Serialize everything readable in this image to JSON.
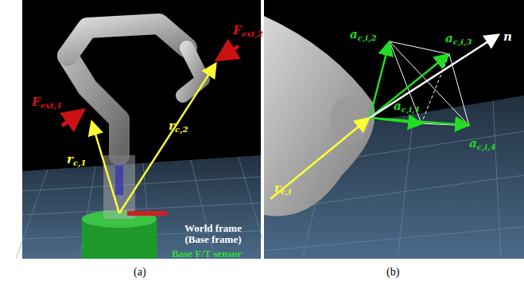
{
  "diagram": {
    "labels": [
      "Fext,2",
      "Fext,1",
      "rc,1",
      "rc,2",
      "World frame (Base frame)",
      "Base F/T sensor",
      "(a)",
      "ac,i,2",
      "ac,i,3",
      "n",
      "ac,i,1",
      "ac,i,4",
      "rc,i",
      "(b)"
    ]
  }
}
